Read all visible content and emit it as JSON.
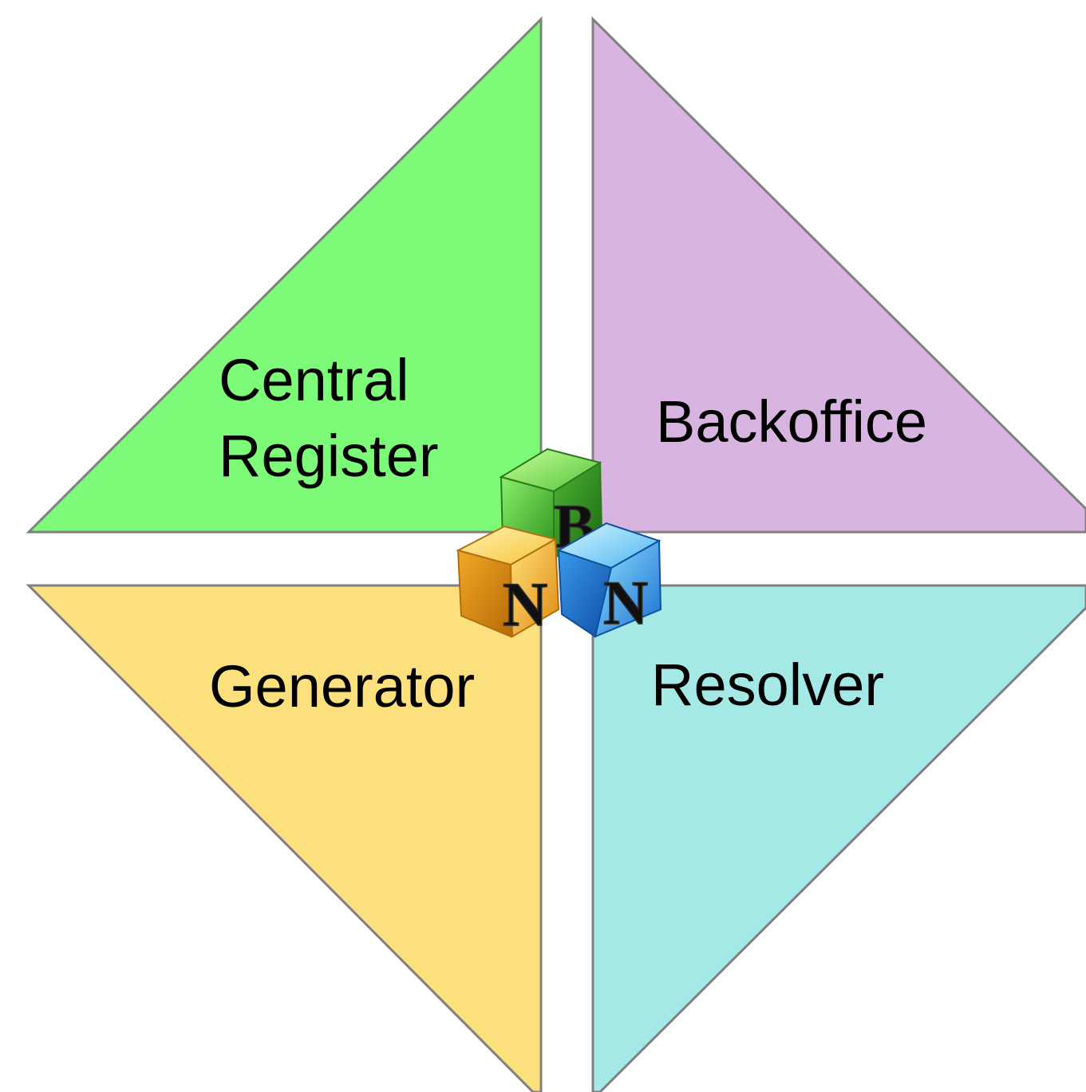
{
  "quadrants": {
    "central_register": {
      "label_line1": "Central",
      "label_line2": "Register",
      "color": "#7dfb78"
    },
    "backoffice": {
      "label": "Backoffice",
      "color": "#d8b4e0"
    },
    "generator": {
      "label": "Generator",
      "color": "#fde07e"
    },
    "resolver": {
      "label": "Resolver",
      "color": "#a4e9e6"
    }
  },
  "logo": {
    "cube_top_letter": "B",
    "cube_left_letter": "N",
    "cube_right_letter": "N",
    "cube_top_color": "#3fb52a",
    "cube_left_color": "#f4b41c",
    "cube_right_color": "#2a8fe0"
  },
  "edge_color": "#808080"
}
